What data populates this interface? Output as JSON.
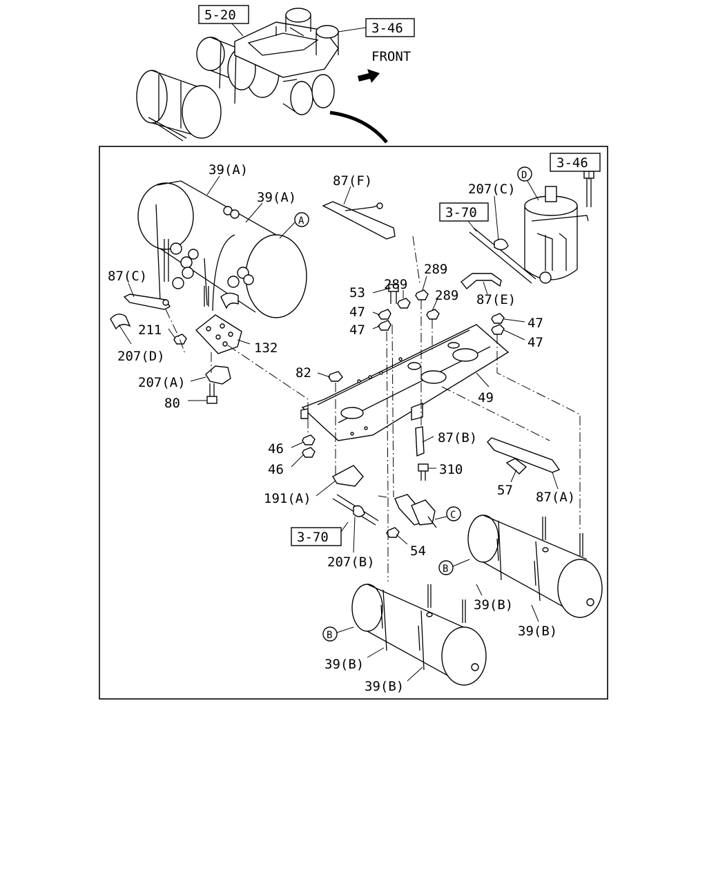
{
  "overview": {
    "ref_top": "5-20",
    "ref_right": "3-46",
    "front_label": "FRONT"
  },
  "refs": {
    "box_3_46": "3-46",
    "box_3_70_top": "3-70",
    "box_3_70_bottom": "3-70"
  },
  "labels": {
    "l39A_1": "39(A)",
    "l39A_2": "39(A)",
    "l87F": "87(F)",
    "l207C": "207(C)",
    "l289a": "289",
    "l289b": "289",
    "l289c": "289",
    "l53": "53",
    "l47a": "47",
    "l47b": "47",
    "l47c": "47",
    "l47d": "47",
    "l87E": "87(E)",
    "l87C": "87(C)",
    "l211": "211",
    "l207D": "207(D)",
    "l132": "132",
    "l82": "82",
    "l49": "49",
    "l207A": "207(A)",
    "l80": "80",
    "l87B": "87(B)",
    "l46a": "46",
    "l46b": "46",
    "l310": "310",
    "l191A": "191(A)",
    "l57": "57",
    "l87A": "87(A)",
    "l54": "54",
    "l207B": "207(B)",
    "l39B_1": "39(B)",
    "l39B_2": "39(B)",
    "l39B_3": "39(B)",
    "l39B_4": "39(B)"
  },
  "callouts": {
    "A": "A",
    "B1": "B",
    "B2": "B",
    "C": "C",
    "D": "D"
  }
}
